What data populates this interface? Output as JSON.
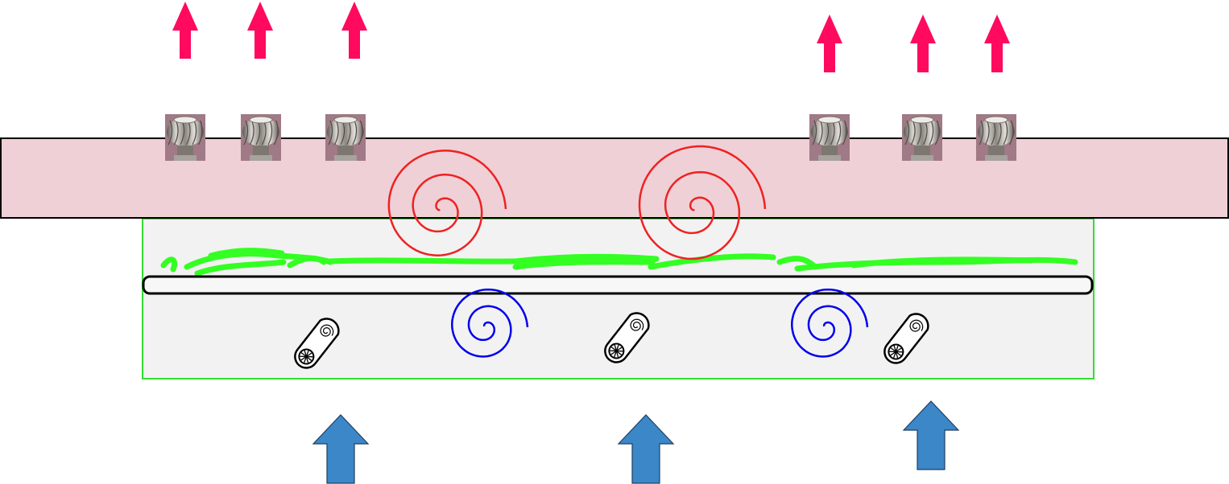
{
  "colors": {
    "background": "#ffffff",
    "roof_fill": "#efd0d6",
    "roof_stroke": "#000000",
    "chamber_fill": "#f2f2f2",
    "chamber_stroke": "#33dd33",
    "exhaust_arrow": "#ff0a5e",
    "intake_arrow_fill": "#3b87c8",
    "intake_arrow_stroke": "#1f3f5f",
    "hot_swirl": "#ee2222",
    "cool_swirl": "#0000ee",
    "foliage": "#33ff22",
    "rail_stroke": "#000000",
    "fan_stroke": "#000000",
    "ventilator_metal": "#8a8580",
    "ventilator_backing": "#a07a86"
  },
  "icons": {
    "exhaust_arrow": "arrow-up-icon",
    "intake_arrow": "block-arrow-up-icon",
    "ventilator": "turbine-ventilator-icon",
    "fan": "belt-fan-icon",
    "hot_swirl": "spiral-icon",
    "cool_swirl": "spiral-icon"
  },
  "counts": {
    "exhaust_arrows": 6,
    "ventilators": 6,
    "hot_swirls": 2,
    "fans": 3,
    "cool_swirls": 2,
    "intake_arrows": 3
  }
}
